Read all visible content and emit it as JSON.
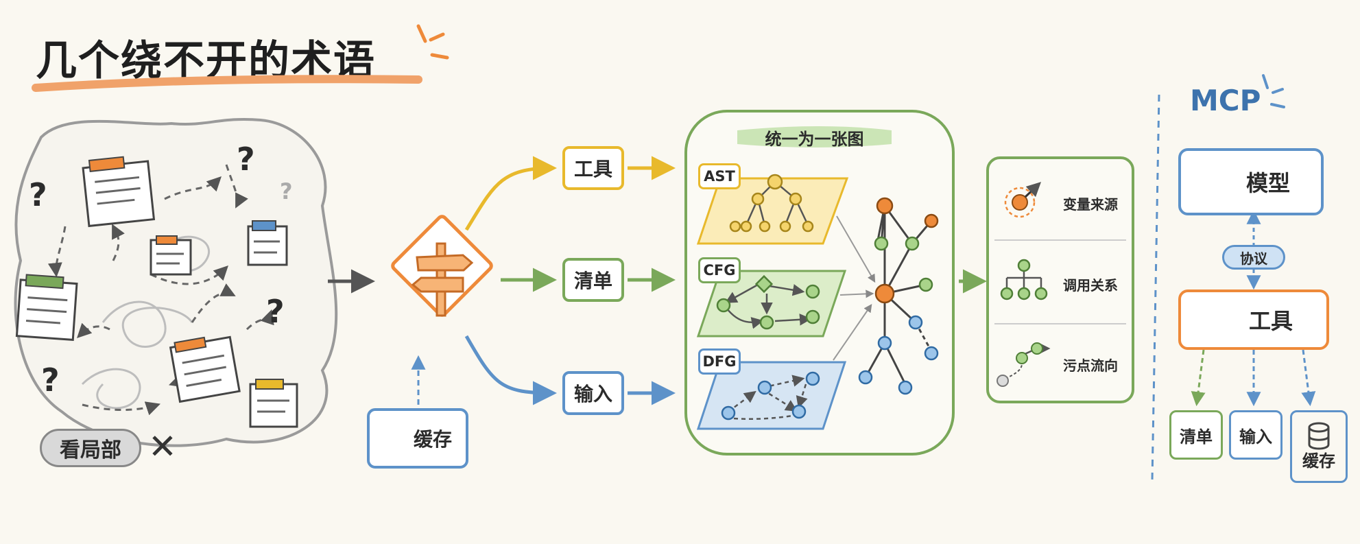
{
  "title": "几个绕不开的术语",
  "left_cluster": {
    "label": "看局部",
    "mark": "✕"
  },
  "router": {
    "cache_label": "缓存"
  },
  "branches": {
    "tool": "工具",
    "list": "清单",
    "input": "输入"
  },
  "unified": {
    "title": "统一为一张图",
    "layers": [
      "AST",
      "CFG",
      "DFG"
    ]
  },
  "outputs": [
    "变量来源",
    "调用关系",
    "污点流向"
  ],
  "mcp": {
    "label": "MCP",
    "model": "模型",
    "protocol": "协议",
    "tool": "工具",
    "children": [
      "清单",
      "输入",
      "缓存"
    ]
  },
  "colors": {
    "yellow": "#e8b92c",
    "green": "#7aa85a",
    "blue": "#5d92c9",
    "orange": "#ee8a3a",
    "ink": "#2b2b2b"
  }
}
